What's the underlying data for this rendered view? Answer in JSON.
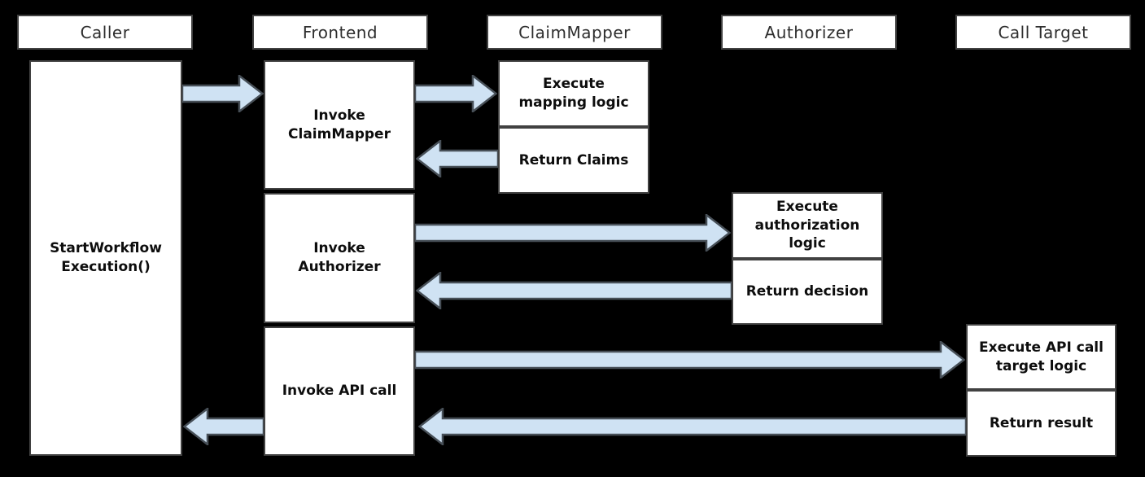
{
  "headers": [
    "Caller",
    "Frontend",
    "ClaimMapper",
    "Authorizer",
    "Call Target"
  ],
  "caller": {
    "activation_label": "StartWorkflow\nExecution()"
  },
  "frontend": {
    "steps": [
      "Invoke\nClaimMapper",
      "Invoke\nAuthorizer",
      "Invoke API call"
    ]
  },
  "claim_mapper": {
    "steps": [
      "Execute\nmapping logic",
      "Return Claims"
    ]
  },
  "authorizer": {
    "steps": [
      "Execute\nauthorization\nlogic",
      "Return decision"
    ]
  },
  "call_target": {
    "steps": [
      "Execute API call\ntarget logic",
      "Return result"
    ]
  },
  "connections": [
    {
      "from": "caller",
      "to": "frontend",
      "direction": "right"
    },
    {
      "from": "frontend",
      "to": "claimmapper",
      "direction": "right"
    },
    {
      "from": "claimmapper",
      "to": "frontend",
      "direction": "left"
    },
    {
      "from": "frontend",
      "to": "authorizer",
      "direction": "right"
    },
    {
      "from": "authorizer",
      "to": "frontend",
      "direction": "left"
    },
    {
      "from": "frontend",
      "to": "calltarget",
      "direction": "right"
    },
    {
      "from": "calltarget",
      "to": "frontend",
      "direction": "left"
    },
    {
      "from": "frontend",
      "to": "caller",
      "direction": "left"
    }
  ],
  "colors": {
    "background": "#000000",
    "box_fill": "#ffffff",
    "box_border": "#414141",
    "arrow_fill": "#cfe2f3",
    "arrow_stroke": "#474f57",
    "header_text": "#2e2e2e",
    "step_text": "#0d0d0d"
  }
}
